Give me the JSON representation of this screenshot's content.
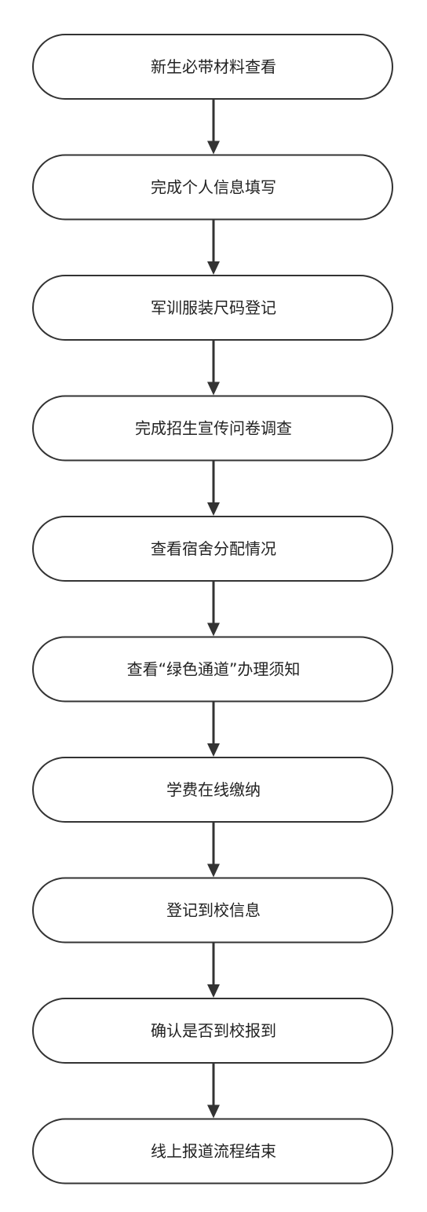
{
  "flowchart": {
    "steps": [
      "新生必带材料查看",
      "完成个人信息填写",
      "军训服装尺码登记",
      "完成招生宣传问卷调查",
      "查看宿舍分配情况",
      "查看“绿色通道”办理须知",
      "学费在线缴纳",
      "登记到校信息",
      "确认是否到校报到",
      "线上报道流程结束"
    ]
  }
}
